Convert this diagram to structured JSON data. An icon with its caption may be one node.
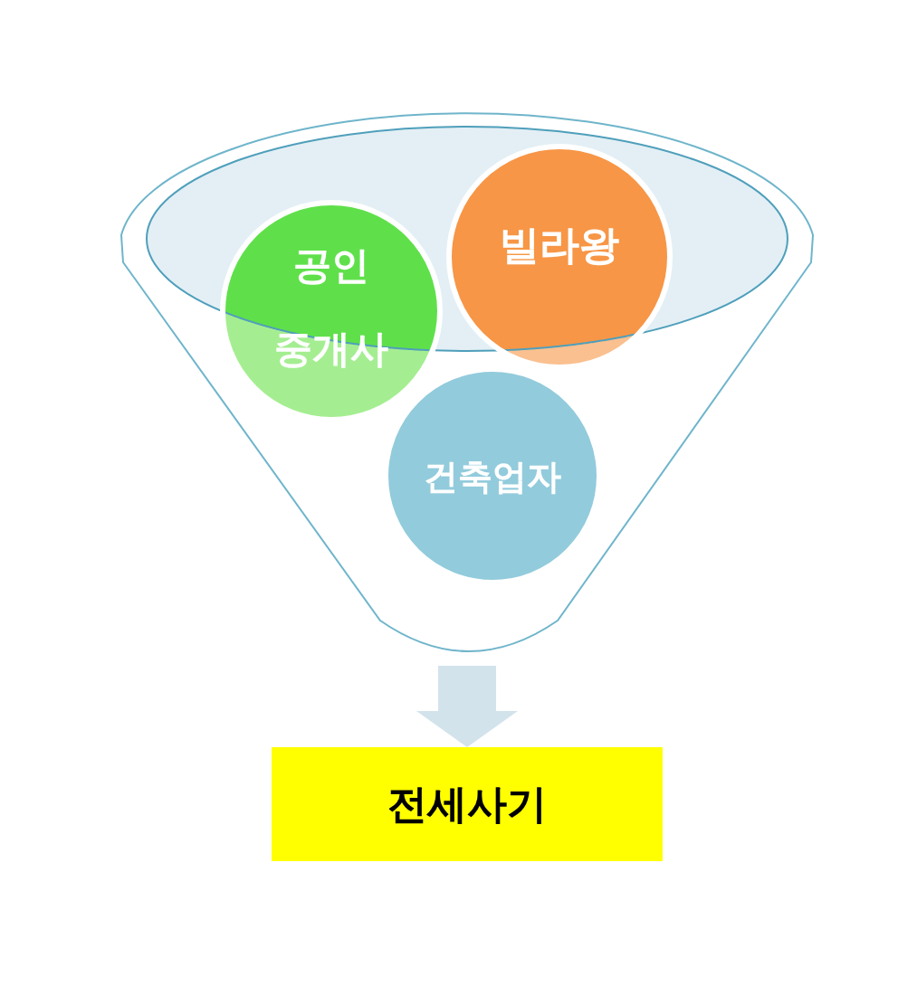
{
  "diagram": {
    "nodes": [
      {
        "text": [],
        "shape": "funnel"
      },
      {
        "text": [
          "공인 중개사"
        ],
        "in": 0
      },
      {
        "text": [
          "빌라왕"
        ],
        "in": 0
      },
      {
        "text": [
          "건축업자"
        ],
        "in": 0
      },
      {
        "text": [
          "전세사기"
        ]
      }
    ],
    "edges": [
      {
        "from": 0,
        "to": 4,
        "arrow": "to",
        "color": "#d3e3ec"
      }
    ]
  }
}
